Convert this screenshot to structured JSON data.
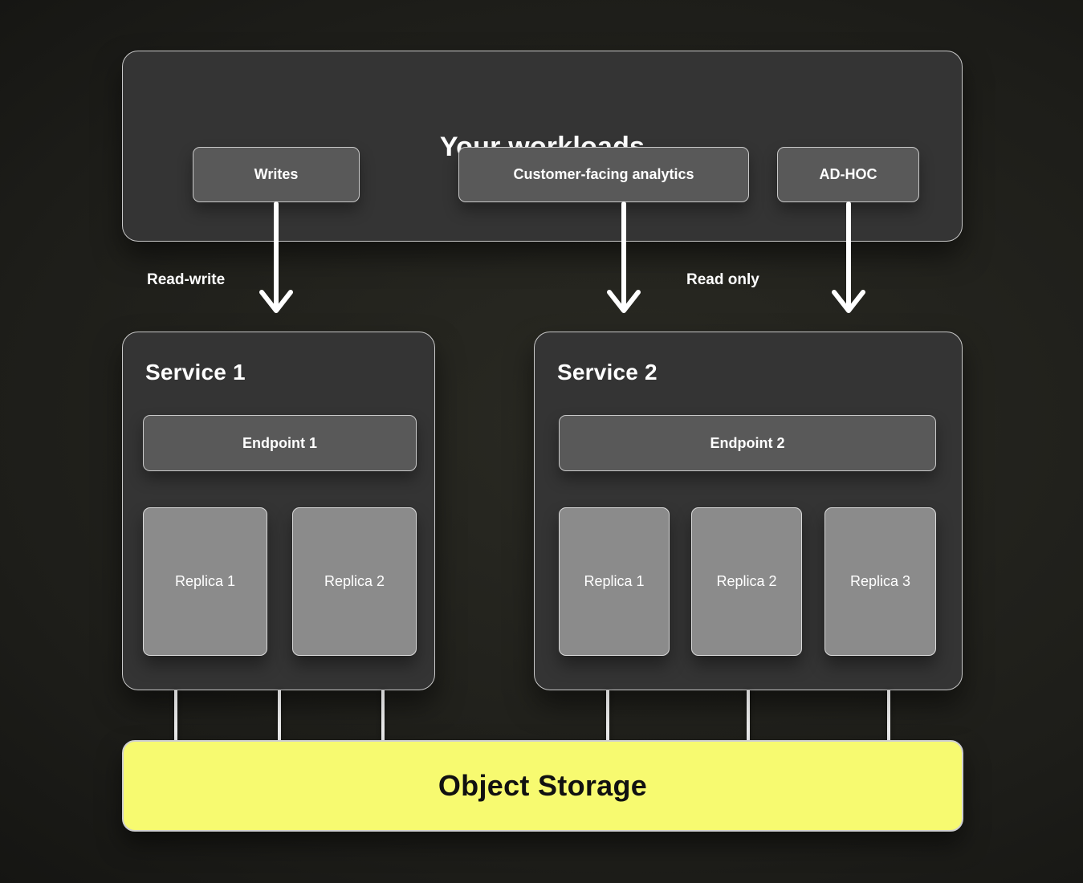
{
  "diagram_title": "Your workloads",
  "workloads": {
    "title": "Your workloads",
    "buttons": [
      {
        "label": "Writes"
      },
      {
        "label": "Customer-facing analytics"
      },
      {
        "label": "AD-HOC"
      }
    ]
  },
  "flow_labels": {
    "left": "Read-write",
    "right": "Read only"
  },
  "services": [
    {
      "title": "Service 1",
      "endpoint": "Endpoint 1",
      "replicas": [
        "Replica 1",
        "Replica 2"
      ]
    },
    {
      "title": "Service 2",
      "endpoint": "Endpoint 2",
      "replicas": [
        "Replica 1",
        "Replica 2",
        "Replica 3"
      ]
    }
  ],
  "storage": {
    "label": "Object Storage"
  },
  "colors": {
    "panel": "#343434",
    "node": "#595959",
    "replica": "#8b8b8b",
    "border": "#c9c9c9",
    "storage": "#f7fa70",
    "storage-text": "#111111",
    "line": "#e8e8e8",
    "text": "#ffffff"
  }
}
